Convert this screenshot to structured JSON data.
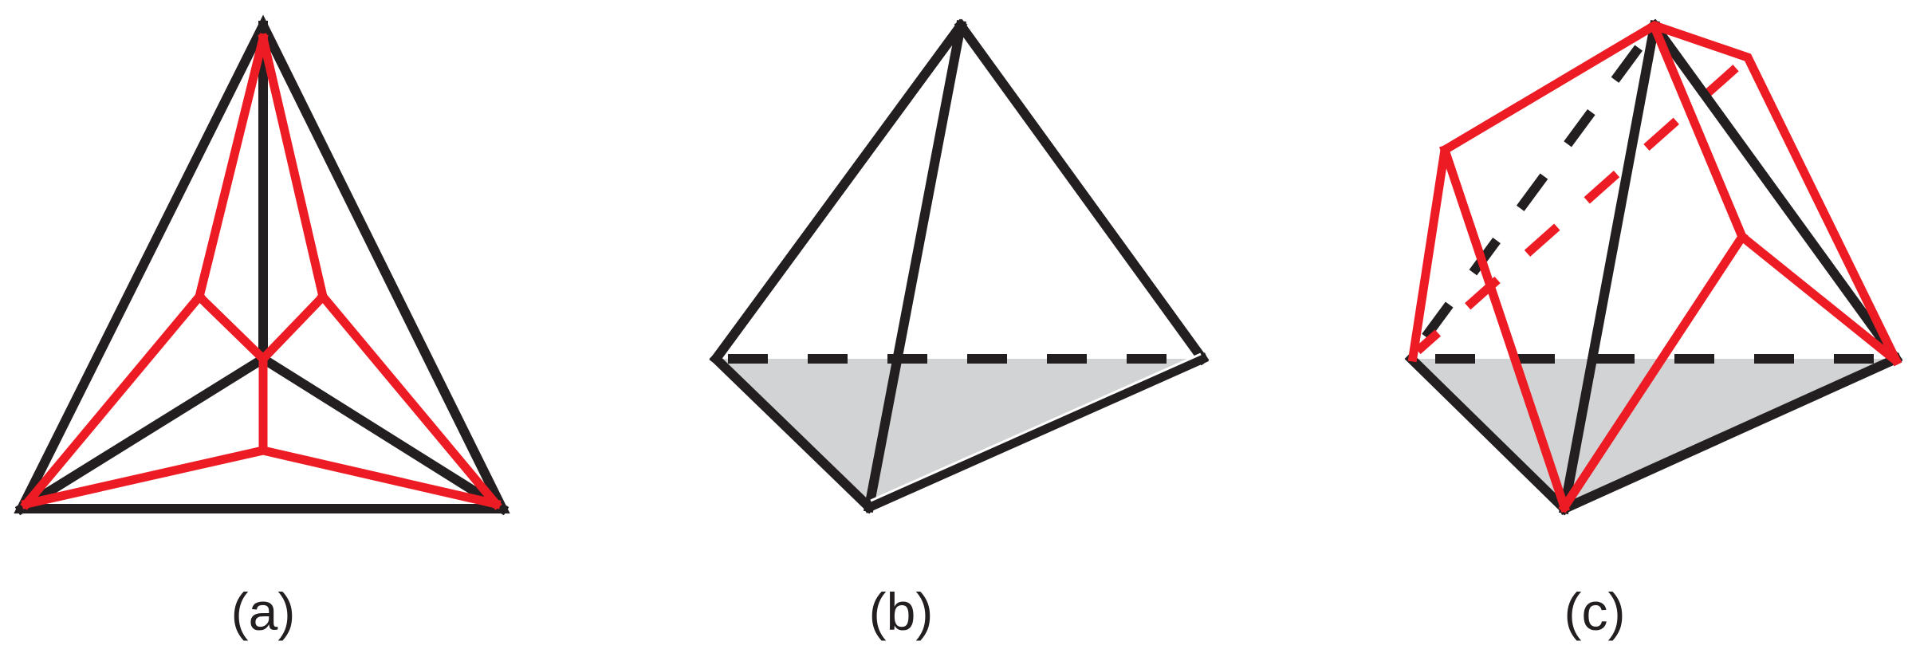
{
  "panels": [
    {
      "id": "a",
      "caption": "(a)"
    },
    {
      "id": "b",
      "caption": "(b)"
    },
    {
      "id": "c",
      "caption": "(c)"
    }
  ],
  "colors": {
    "edge": "#231f20",
    "highlight": "#ed1c24",
    "shade": "#d1d3d4"
  }
}
